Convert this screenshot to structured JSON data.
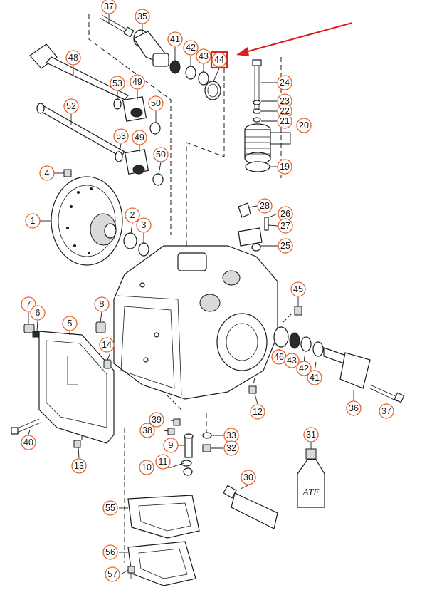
{
  "diagram": {
    "bottle_label": "ATF",
    "highlighted_callout": "44",
    "accent_color": "#e8622a",
    "highlight_color": "#e01b1b",
    "callouts": [
      "37",
      "35",
      "41",
      "42",
      "43",
      "44",
      "48",
      "53",
      "49",
      "50",
      "52",
      "53",
      "49",
      "50",
      "24",
      "23",
      "22",
      "21",
      "20",
      "19",
      "4",
      "1",
      "2",
      "3",
      "28",
      "26",
      "27",
      "25",
      "45",
      "7",
      "6",
      "8",
      "5",
      "14",
      "46",
      "43",
      "42",
      "41",
      "36",
      "37",
      "12",
      "39",
      "38",
      "9",
      "33",
      "32",
      "40",
      "13",
      "10",
      "11",
      "31",
      "30",
      "55",
      "56",
      "57"
    ]
  }
}
